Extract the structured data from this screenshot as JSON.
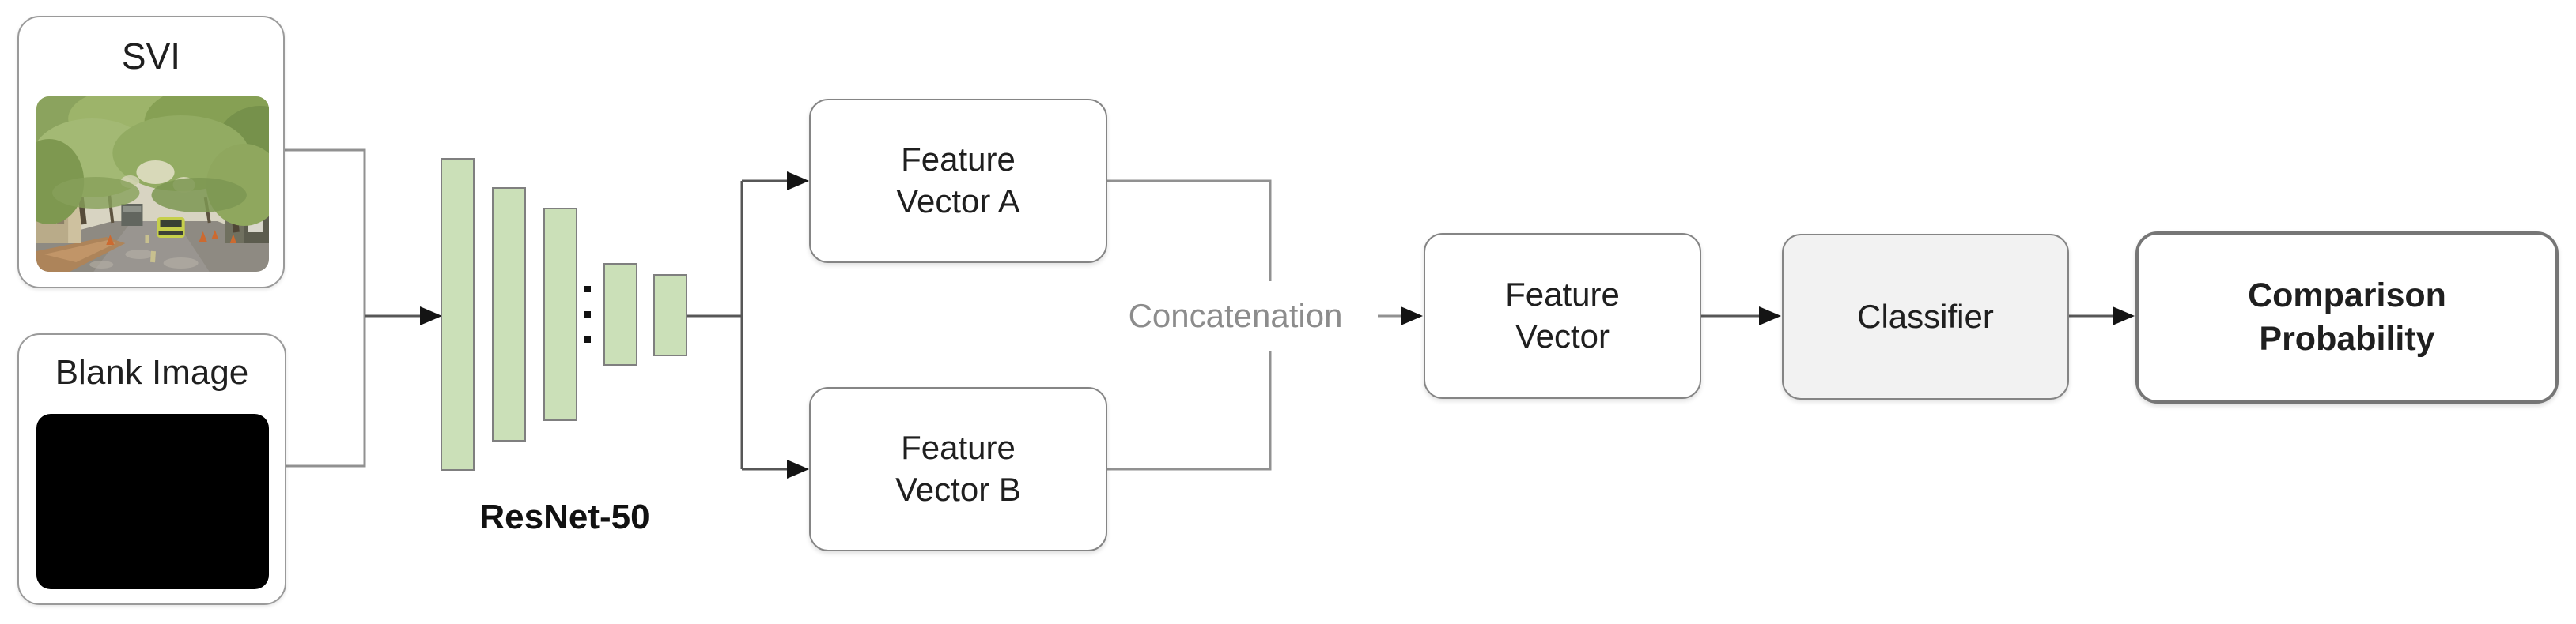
{
  "figure": {
    "kind": "model-architecture-diagram",
    "description": "Siamese ResNet-50 comparison pipeline"
  },
  "colors": {
    "input_border": "#9a9a9a",
    "box_border": "#858585",
    "cp_border": "#767676",
    "bar_fill": "#cbe0b8",
    "bar_border": "#7f7f7f",
    "classifier_fill": "#f2f2f2",
    "connector": "#919191",
    "arrow_shaft": "#575757",
    "arrowhead": "#141414",
    "label_text": "#1f1f1f",
    "concat_text": "#8c8c8c",
    "blank_image_fill": "#000000"
  },
  "nodes": {
    "svi": {
      "label": "SVI"
    },
    "blank_image": {
      "label": "Blank Image"
    },
    "resnet": {
      "label": "ResNet-50",
      "bar_count": 5,
      "ellipsis_icon": "vertical-ellipsis"
    },
    "feature_vector_a": {
      "label": "Feature Vector A"
    },
    "feature_vector_b": {
      "label": "Feature Vector B"
    },
    "concatenation": {
      "label": "Concatenation"
    },
    "feature_vector": {
      "label": "Feature Vector"
    },
    "classifier": {
      "label": "Classifier"
    },
    "comparison_probability": {
      "label": "Comparison Probability"
    }
  }
}
